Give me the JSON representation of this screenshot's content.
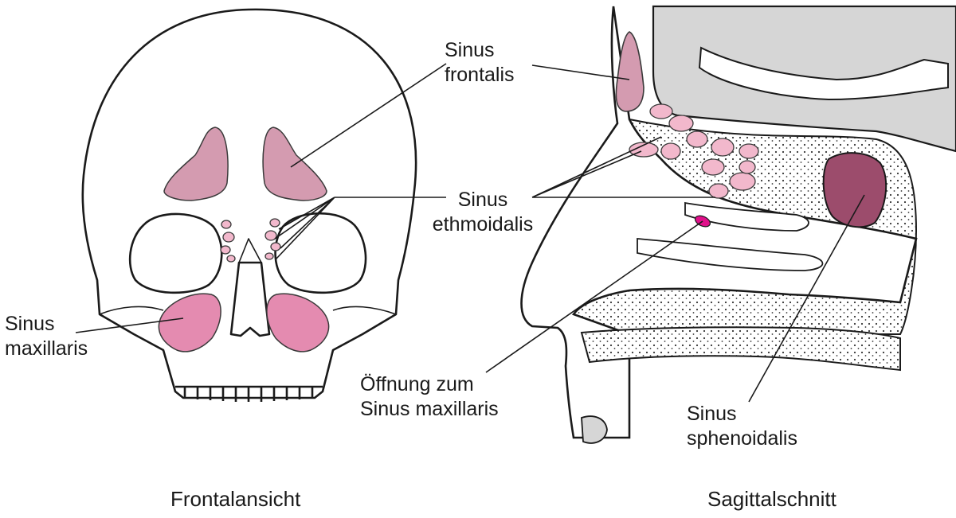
{
  "figure": {
    "panels": [
      {
        "caption": "Frontalansicht"
      },
      {
        "caption": "Sagittalschnitt"
      }
    ],
    "labels": {
      "frontalis": [
        "Sinus",
        "frontalis"
      ],
      "ethmoidalis": [
        "Sinus",
        "ethmoidalis"
      ],
      "maxillaris": [
        "Sinus",
        "maxillaris"
      ],
      "ostium": [
        "Öffnung zum",
        "Sinus maxillaris"
      ],
      "sphenoidalis": [
        "Sinus",
        "sphenoidalis"
      ]
    },
    "colors": {
      "frontal_sinus": "#d49bb0",
      "ethmoid_sinus": "#f2b8cc",
      "maxillary_sinus": "#e48bb0",
      "sphenoid_sinus": "#9c4c6c",
      "ostium": "#e0108a",
      "outline": "#1a1a1a",
      "brain_gray": "#d6d6d6"
    }
  }
}
